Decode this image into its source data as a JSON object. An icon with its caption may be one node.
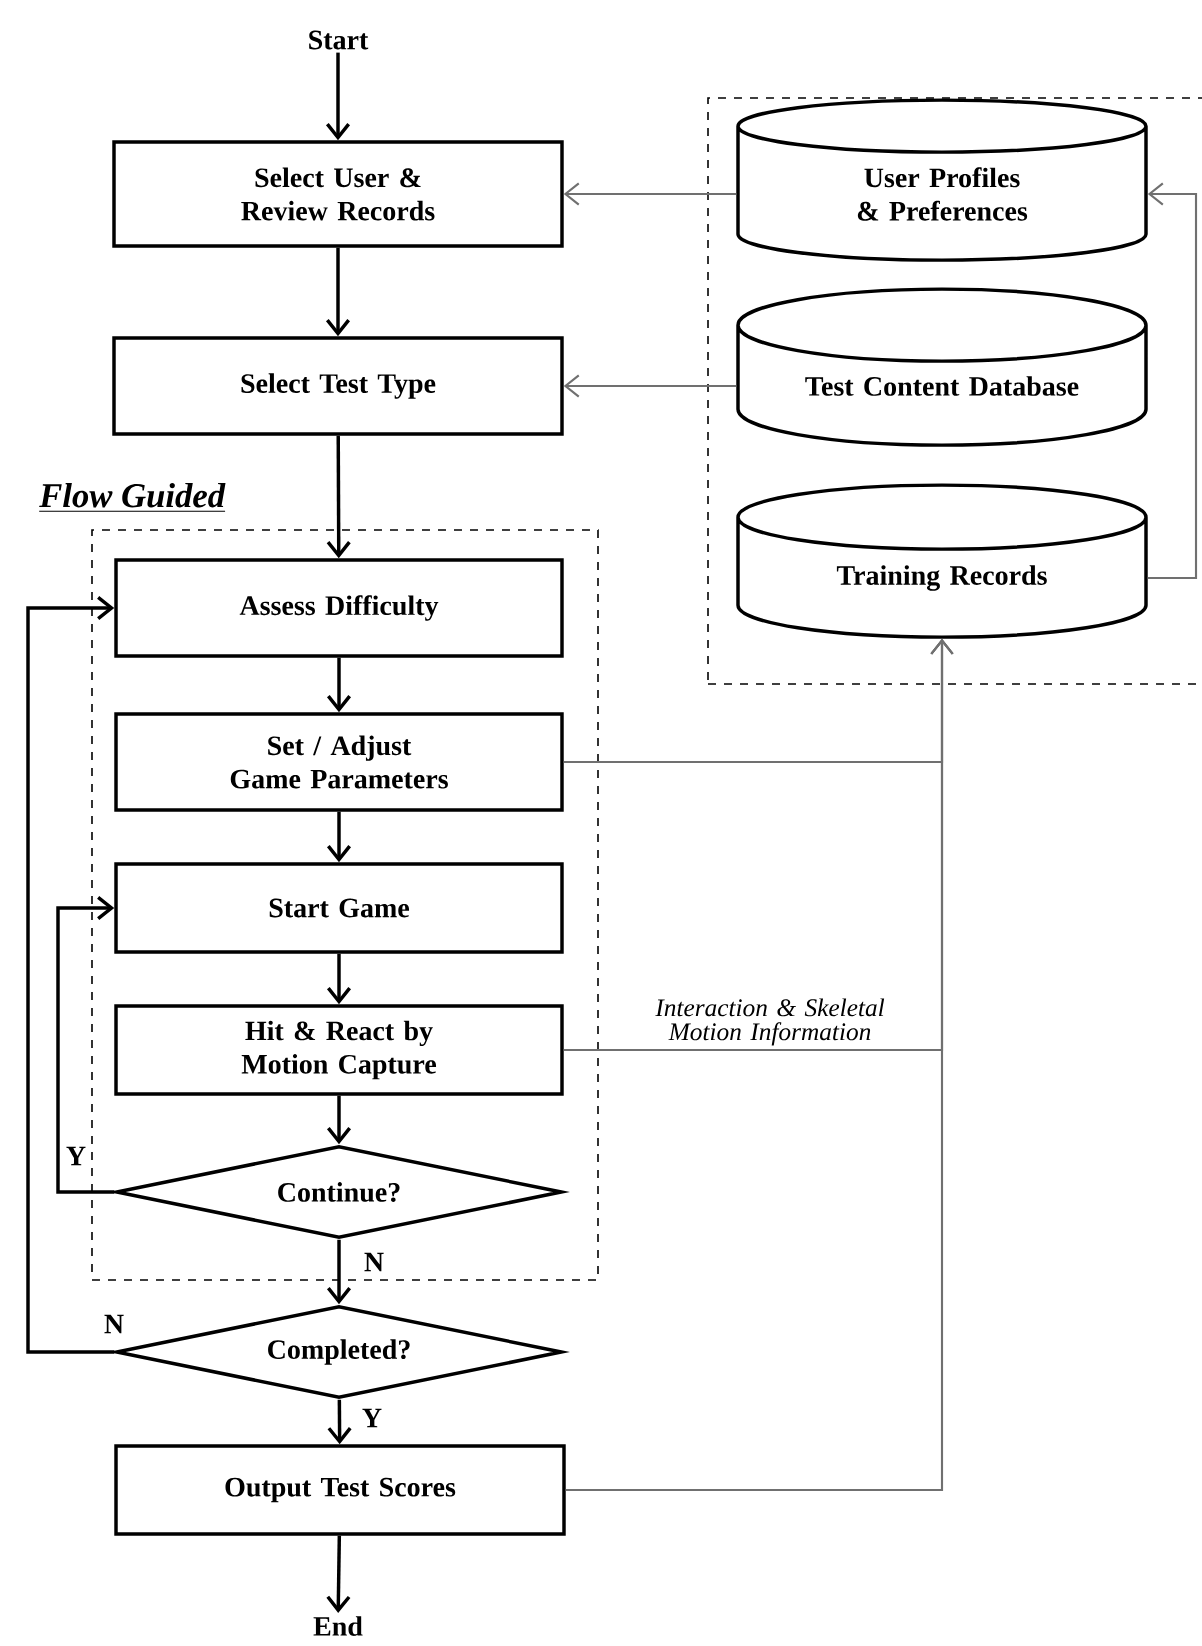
{
  "diagram": {
    "nodes": [
      {
        "text": [
          "Start"
        ]
      },
      {
        "text": [
          "Select User & Review Records"
        ]
      },
      {
        "text": [
          "Select Test Type"
        ]
      },
      {
        "text": [
          "Flow Guided"
        ]
      },
      {
        "text": [
          "Assess Difficulty"
        ],
        "in": 3
      },
      {
        "text": [
          "Set / Adjust Game Parameters"
        ],
        "in": 3
      },
      {
        "text": [
          "Start Game"
        ],
        "in": 3
      },
      {
        "text": [
          "Hit & React by Motion Capture"
        ],
        "in": 3
      },
      {
        "text": [
          "Continue?"
        ],
        "in": 3
      },
      {
        "text": [
          "Completed?"
        ]
      },
      {
        "text": [
          "Output Test Scores"
        ]
      },
      {
        "text": [
          "End"
        ]
      },
      {
        "text": [],
        "shape": "box"
      },
      {
        "text": [
          "User Profiles & Preferences"
        ],
        "in": 12
      },
      {
        "text": [
          "Test Content Database"
        ],
        "in": 12
      },
      {
        "text": [
          "Training Records"
        ],
        "in": 12
      }
    ],
    "edges": [
      {
        "from": 0,
        "to": 1,
        "arrow": "to"
      },
      {
        "from": 1,
        "to": 2,
        "arrow": "to"
      },
      {
        "from": 2,
        "to": 4,
        "arrow": "to"
      },
      {
        "from": 4,
        "to": 5,
        "arrow": "to"
      },
      {
        "from": 5,
        "to": 6,
        "arrow": "to"
      },
      {
        "from": 6,
        "to": 7,
        "arrow": "to"
      },
      {
        "from": 7,
        "to": 8,
        "arrow": "to"
      },
      {
        "from": 8,
        "to": 6,
        "arrow": "to",
        "label": "Y"
      },
      {
        "from": 8,
        "to": 9,
        "arrow": "to",
        "label": "N"
      },
      {
        "from": 9,
        "to": 4,
        "arrow": "to",
        "label": "N"
      },
      {
        "from": 9,
        "to": 10,
        "arrow": "to",
        "label": "Y"
      },
      {
        "from": 10,
        "to": 11,
        "arrow": "to"
      },
      {
        "from": 13,
        "to": 1,
        "arrow": "to",
        "color": "#707070"
      },
      {
        "from": 14,
        "to": 2,
        "arrow": "to",
        "color": "#707070"
      },
      {
        "from": 15,
        "to": 13,
        "arrow": "to",
        "color": "#707070"
      },
      {
        "from": 5,
        "to": 15,
        "arrow": "to",
        "color": "#707070"
      },
      {
        "from": 7,
        "to": 15,
        "arrow": "to",
        "color": "#707070",
        "label": "*Interaction & Skeletal Motion Information*"
      },
      {
        "from": 10,
        "to": 15,
        "arrow": "to",
        "color": "#707070"
      }
    ]
  }
}
